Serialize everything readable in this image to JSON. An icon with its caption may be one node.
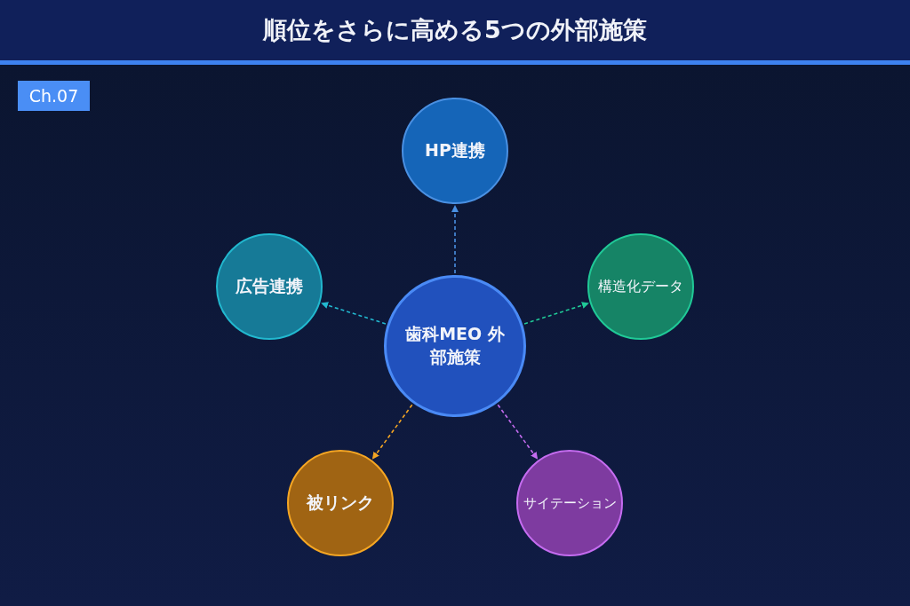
{
  "diagram": {
    "title": "順位をさらに高める5つの外部施策",
    "nodes": [
      {
        "text": [
          "歯科MEO 外部施策"
        ]
      },
      {
        "text": [
          "HP連携"
        ]
      },
      {
        "text": [
          "広告連携"
        ]
      },
      {
        "text": [
          "構造化データ"
        ]
      },
      {
        "text": [
          "被リンク"
        ]
      },
      {
        "text": [
          "サイテーション"
        ]
      }
    ],
    "edges": [
      {
        "from": 0,
        "to": 1,
        "arrow": "to",
        "style": "dashed",
        "color": "#4a90e2"
      },
      {
        "from": 0,
        "to": 2,
        "arrow": "to",
        "style": "dashed",
        "color": "#22b8cf"
      },
      {
        "from": 0,
        "to": 3,
        "arrow": "to",
        "style": "dashed",
        "color": "#20c997"
      },
      {
        "from": 0,
        "to": 4,
        "arrow": "to",
        "style": "dashed",
        "color": "#f5a623"
      },
      {
        "from": 0,
        "to": 5,
        "arrow": "to",
        "style": "dashed",
        "color": "#c56cf0"
      }
    ],
    "labels": [
      "Ch.07"
    ]
  }
}
